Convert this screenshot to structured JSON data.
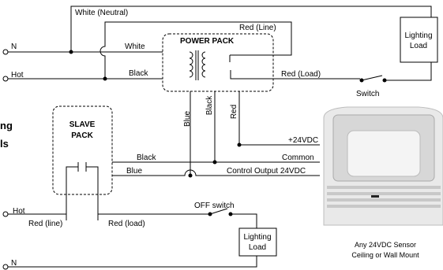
{
  "wires": {
    "white_neutral": "White (Neutral)",
    "red_line_top": "Red (Line)",
    "white": "White",
    "black": "Black",
    "red_load_top": "Red (Load)",
    "blue_vert": "Blue",
    "black_vert": "Black",
    "red_vert": "Red",
    "plus24": "+24VDC",
    "common": "Common",
    "control_output": "Control Output 24VDC",
    "black_slave": "Black",
    "blue_slave": "Blue",
    "red_line_bottom": "Red (line)",
    "red_load_bottom": "Red (load)"
  },
  "terminals": {
    "n_top": "N",
    "hot_top": "Hot",
    "hot_bottom": "Hot",
    "n_bottom": "N"
  },
  "components": {
    "power_pack": "POWER PACK",
    "slave_pack_line1": "SLAVE",
    "slave_pack_line2": "PACK",
    "lighting_load_top_line1": "Lighting",
    "lighting_load_top_line2": "Load",
    "switch": "Switch",
    "off_switch": "OFF switch",
    "lighting_load_bottom_line1": "Lighting",
    "lighting_load_bottom_line2": "Load",
    "sensor_line1": "Any 24VDC Sensor",
    "sensor_line2": "Ceiling or Wall Mount"
  },
  "left_edge": {
    "line1": "ng",
    "line2": "ls"
  }
}
